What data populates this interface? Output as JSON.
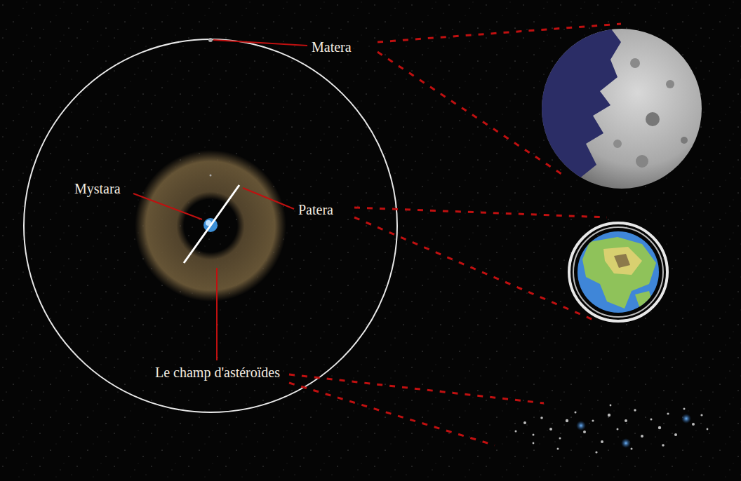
{
  "diagram": {
    "labels": [
      "Matera",
      "Mystara",
      "Patera",
      "Le champ d'astéroïdes"
    ]
  }
}
